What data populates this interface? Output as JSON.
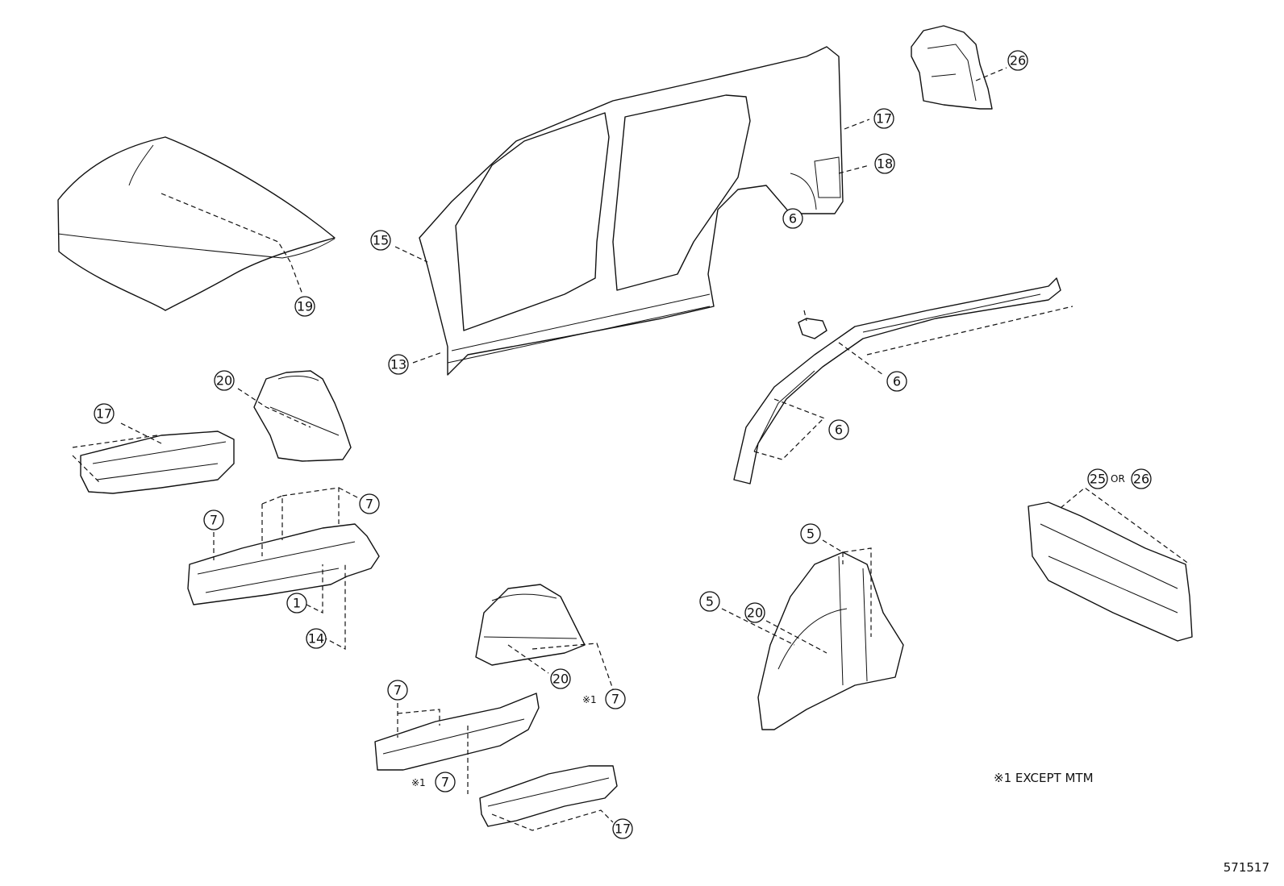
{
  "note": "※1 EXCEPT MTM",
  "reference_number": "571517",
  "or_label": "OR",
  "marker_prefix": "※1",
  "callouts": {
    "hood": "19",
    "side_upper": "15",
    "side_lower": "13",
    "quarter_upper": "17",
    "quarter_lower": "18",
    "rear_pillar": "26",
    "roof_rail_small": "6",
    "roof_rail_right": "6",
    "roof_rail_lower": "6",
    "apron_left_17": "17",
    "apron_left_20": "20",
    "rail_left_7a": "7",
    "rail_left_7b": "7",
    "rail_left_1": "1",
    "rail_left_14": "14",
    "apron_mid_20": "20",
    "apron_mid_7": "7",
    "rail_mid_7": "7",
    "rail_mid_7x": "7",
    "rail_mid_17": "17",
    "wheelhouse_5a": "5",
    "wheelhouse_5b": "5",
    "wheelhouse_20": "20",
    "dash_25": "25",
    "dash_26": "26"
  }
}
